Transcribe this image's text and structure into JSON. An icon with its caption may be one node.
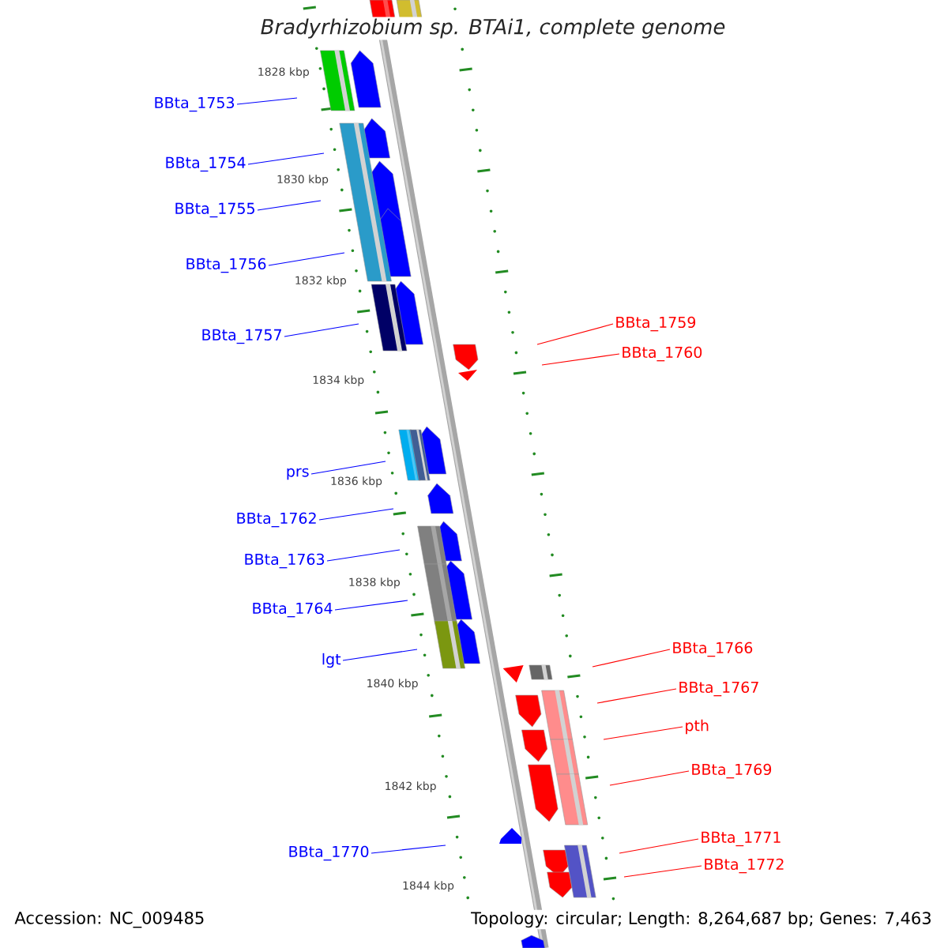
{
  "diagram": {
    "title": "Bradyrhizobium sp. BTAi1, complete genome",
    "nodes": [
      {
        "text": [
          "BBta_1753"
        ]
      },
      {
        "text": [
          "BBta_1754"
        ]
      },
      {
        "text": [
          "BBta_1755"
        ]
      },
      {
        "text": [
          "BBta_1756"
        ]
      },
      {
        "text": [
          "BBta_1759"
        ]
      },
      {
        "text": [
          "BBta_1757"
        ]
      },
      {
        "text": [
          "BBta_1760"
        ]
      },
      {
        "text": [
          "prs"
        ]
      },
      {
        "text": [
          "BBta_1762"
        ]
      },
      {
        "text": [
          "BBta_1763"
        ]
      },
      {
        "text": [
          "BBta_1764"
        ]
      },
      {
        "text": [
          "BBta_1766"
        ]
      },
      {
        "text": [
          "lgt"
        ]
      },
      {
        "text": [
          "BBta_1767"
        ]
      },
      {
        "text": [
          "pth"
        ]
      },
      {
        "text": [
          "BBta_1769"
        ]
      },
      {
        "text": [
          "BBta_1771"
        ]
      },
      {
        "text": [
          "BBta_1770"
        ]
      },
      {
        "text": [
          "BBta_1772"
        ]
      }
    ],
    "edges": [
      {
        "from": 0,
        "to": null,
        "arrow": "none"
      },
      {
        "from": 1,
        "to": null,
        "arrow": "none"
      },
      {
        "from": 2,
        "to": null,
        "arrow": "none"
      },
      {
        "from": 3,
        "to": null,
        "arrow": "none"
      },
      {
        "from": 4,
        "to": null,
        "arrow": "none",
        "color": "#ff0000"
      },
      {
        "from": 5,
        "to": null,
        "arrow": "none"
      },
      {
        "from": 6,
        "to": null,
        "arrow": "none",
        "color": "#ff0000"
      },
      {
        "from": 7,
        "to": null,
        "arrow": "none"
      },
      {
        "from": 8,
        "to": null,
        "arrow": "none"
      },
      {
        "from": 9,
        "to": null,
        "arrow": "none"
      },
      {
        "from": 10,
        "to": null,
        "arrow": "none"
      },
      {
        "from": 11,
        "to": null,
        "arrow": "none",
        "color": "#ff0000"
      },
      {
        "from": 12,
        "to": null,
        "arrow": "none"
      },
      {
        "from": 13,
        "to": null,
        "arrow": "none",
        "color": "#ff0000"
      },
      {
        "from": 14,
        "to": null,
        "arrow": "none",
        "color": "#ff0000"
      },
      {
        "from": 15,
        "to": null,
        "arrow": "none",
        "color": "#ff0000"
      },
      {
        "from": 16,
        "to": null,
        "arrow": "none",
        "color": "#ff0000"
      },
      {
        "from": 17,
        "to": null,
        "arrow": "none"
      },
      {
        "from": 18,
        "to": null,
        "arrow": "none",
        "color": "#ff0000"
      }
    ],
    "labels": [
      "1828 kbp",
      "1830 kbp",
      "1832 kbp",
      "1834 kbp",
      "1836 kbp",
      "1838 kbp",
      "1840 kbp",
      "1842 kbp",
      "1844 kbp",
      "Accession: NC_009485",
      "Topology: circular; Length: 8,264,687 bp; Genes: 7,463"
    ]
  }
}
